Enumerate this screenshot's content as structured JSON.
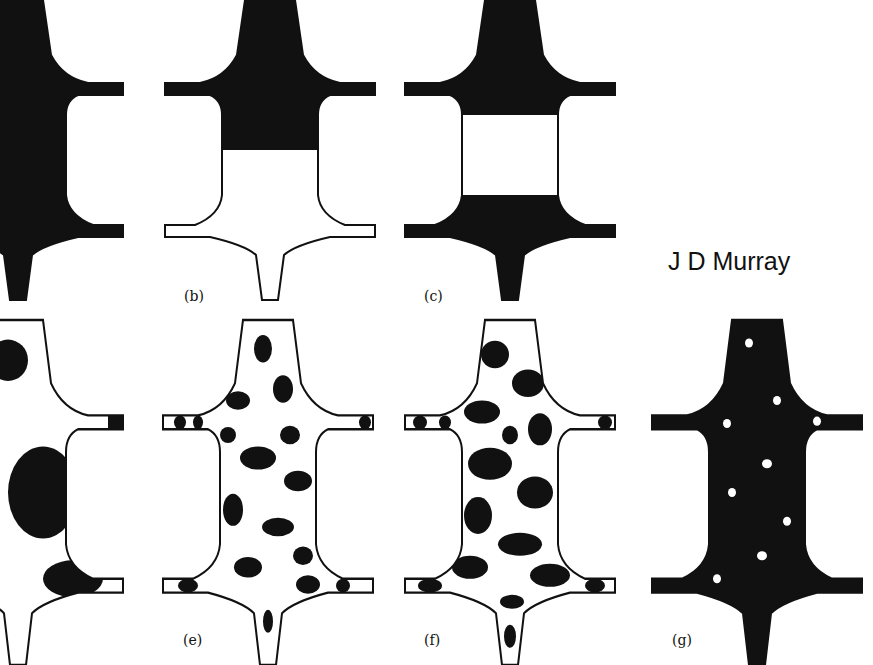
{
  "diagram": {
    "labels": [
      "J D Murray",
      "(b)",
      "(c)",
      "(e)",
      "(f)",
      "(g)"
    ]
  }
}
